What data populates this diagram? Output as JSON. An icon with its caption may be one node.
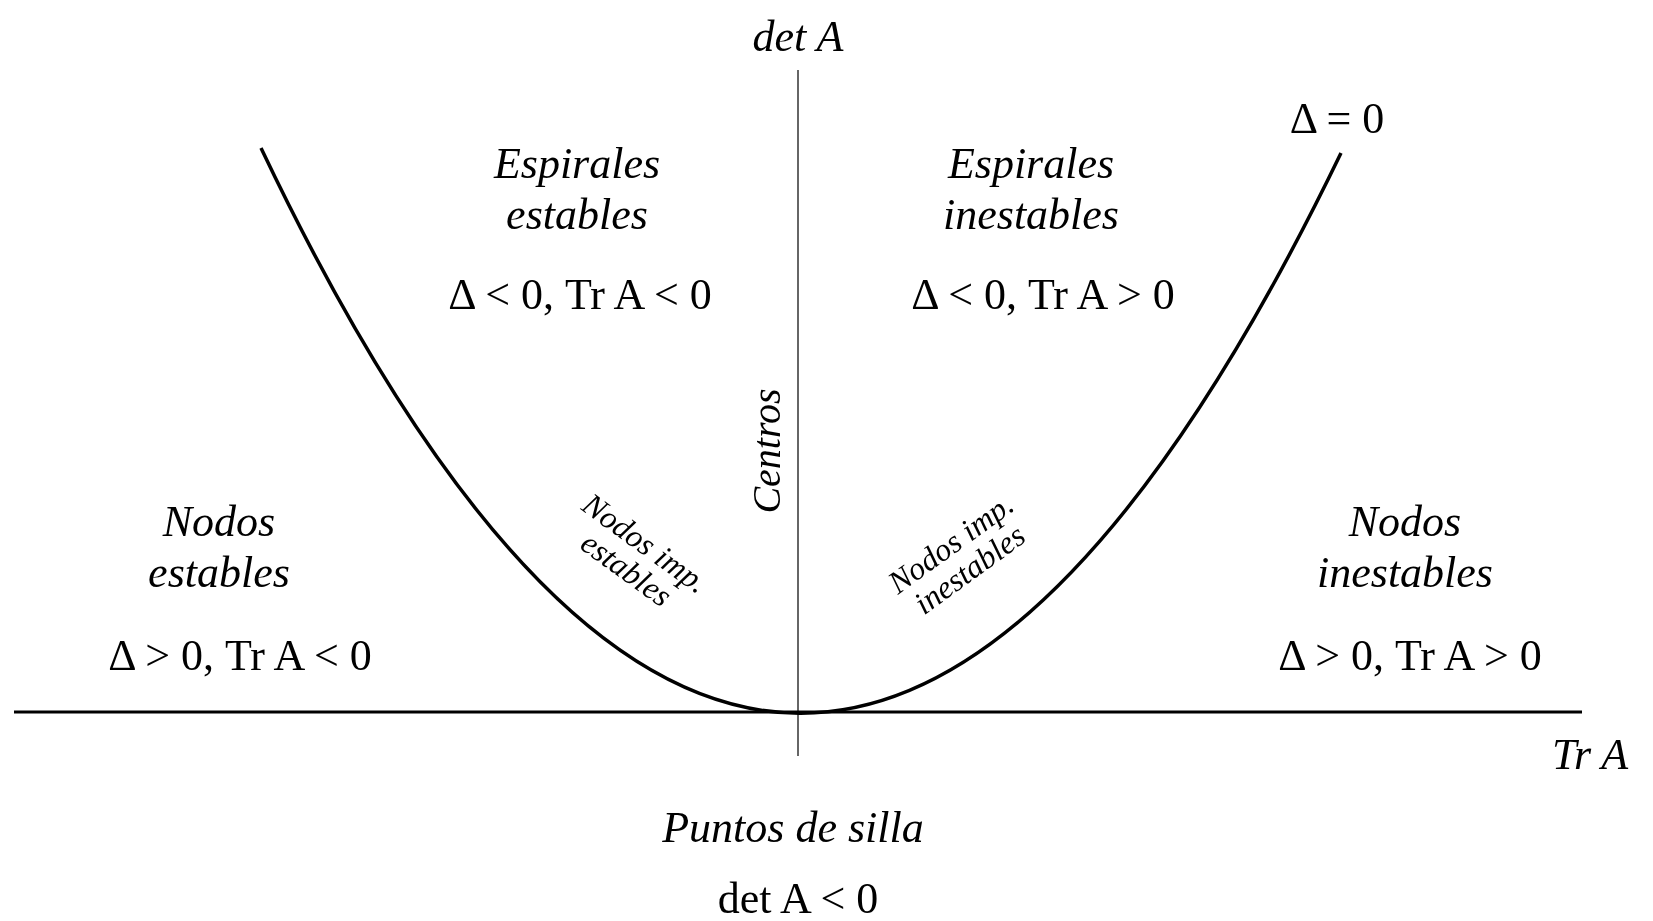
{
  "diagram": {
    "labels": [
      "det A",
      "Δ = 0",
      "Espirales estables",
      "Δ < 0, Tr A < 0",
      "Espirales inestables",
      "Δ < 0, Tr A > 0",
      "Centros",
      "Nodos estables",
      "Δ > 0, Tr A < 0",
      "Nodos imp. estables",
      "Nodos imp. inestables",
      "Nodos inestables",
      "Δ > 0, Tr A > 0",
      "Tr A",
      "Puntos de silla",
      "det A < 0"
    ]
  }
}
